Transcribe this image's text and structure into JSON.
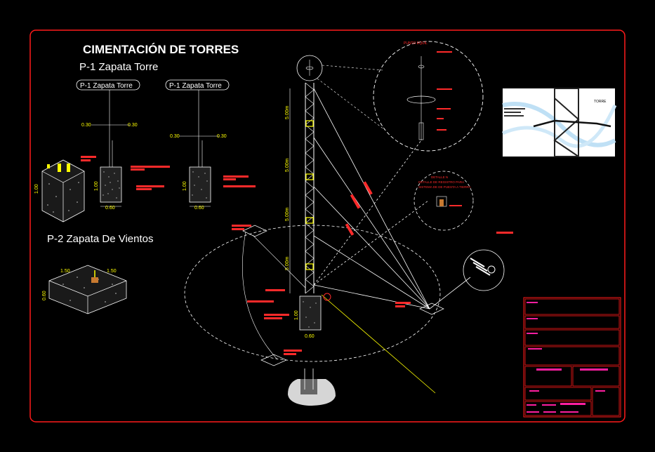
{
  "title": "CIMENTACIÓN  DE TORRES",
  "subtitles": {
    "p1": "P-1 Zapata Torre",
    "p2": "P-2 Zapata De Vientos"
  },
  "tags": {
    "left": "P-1 Zapata Torre",
    "right": "P-1 Zapata Torre"
  },
  "dims": {
    "spacing_a": "0.30",
    "spacing_b": "0.30",
    "height_100": "1.00",
    "width_060": "0.60",
    "vientos_150_a": "1.50",
    "vientos_150_b": "1.50",
    "vientos_060": "0.60",
    "segment": "5.00m"
  },
  "callouts": {
    "detail_top": "PUNTO EQUIL",
    "detail_mid_1": "DETALLE N",
    "detail_mid_2": "DETALLE DE REGISTRO PARA",
    "detail_mid_3": "SISTEMA DE DE PUESTA A TIERRA"
  },
  "photo": {
    "label": "TORRE"
  },
  "colors": {
    "frame": "#ff1a1a",
    "text": "#ffffff",
    "dimension": "#ffff00",
    "annotation": "#ff2a2a",
    "titleblock": "#ff1fa0"
  }
}
